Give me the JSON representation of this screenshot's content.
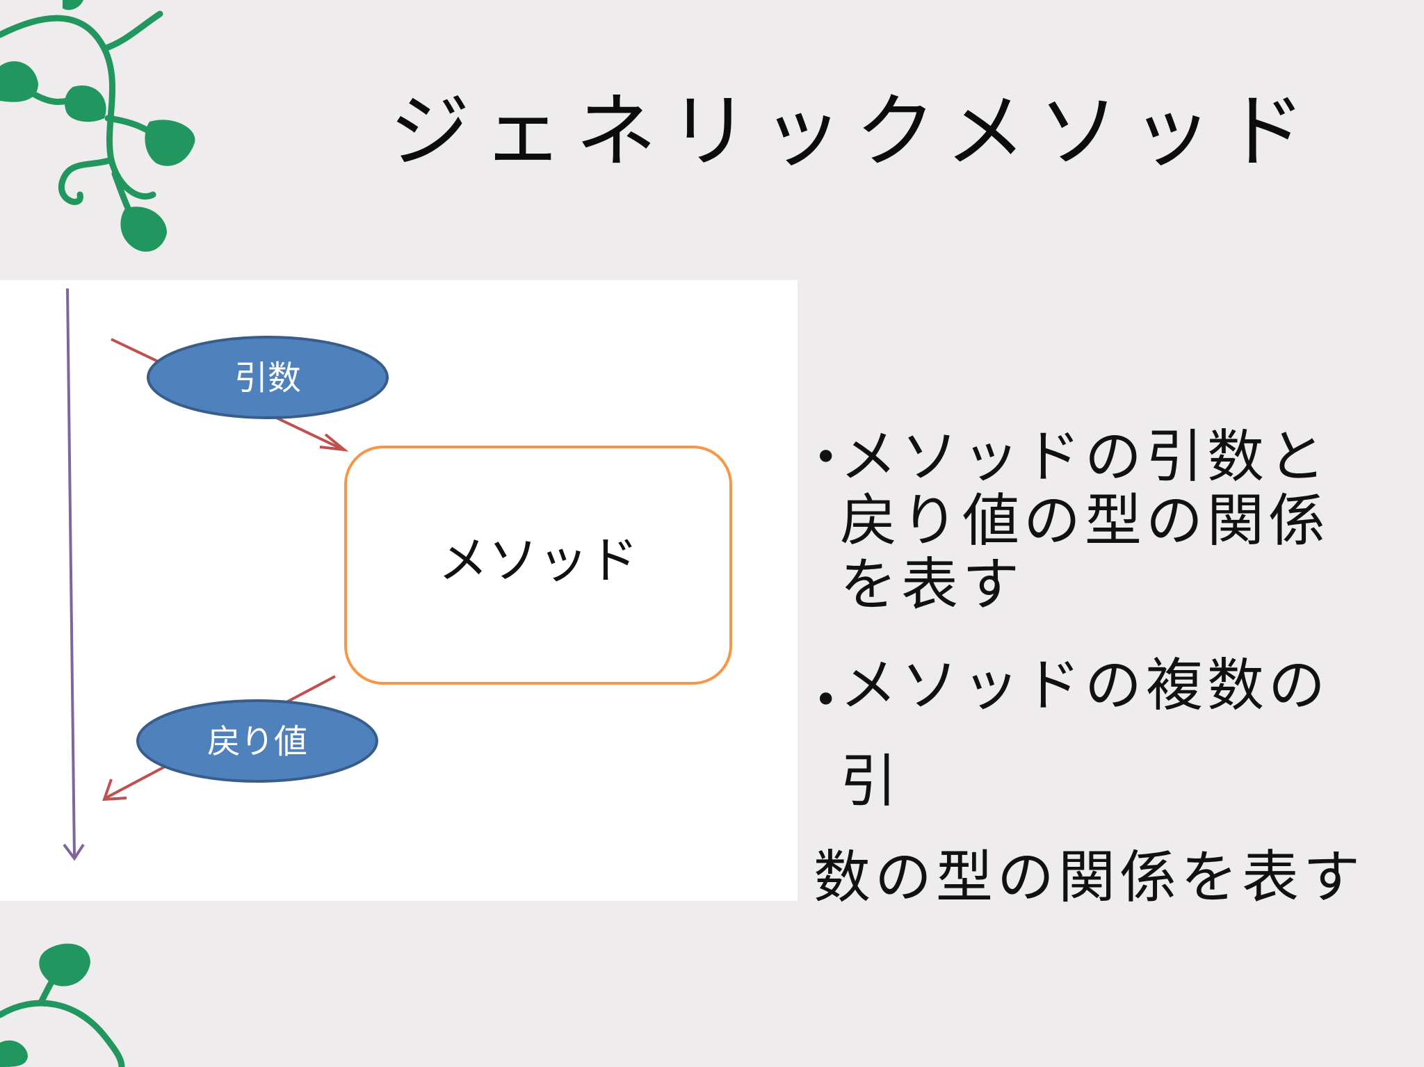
{
  "slide": {
    "title": "ジェネリックメソッド",
    "bullets": [
      "メソッドの引数と戻り値の型の関係を表す",
      {
        "line1": "メソッドの複数の引",
        "line2": "数の型の関係を表す"
      }
    ]
  },
  "diagram": {
    "nodes": {
      "args": "引数",
      "method": "メソッド",
      "return": "戻り値"
    }
  },
  "colors": {
    "background": "#eeecec",
    "panel": "#ffffff",
    "vine_green": "#21965f",
    "ellipse_fill": "#4f81bd",
    "ellipse_stroke": "#385d8a",
    "box_stroke": "#f79646",
    "arrow_red": "#c0504d",
    "timeline_purple": "#8064a2"
  }
}
